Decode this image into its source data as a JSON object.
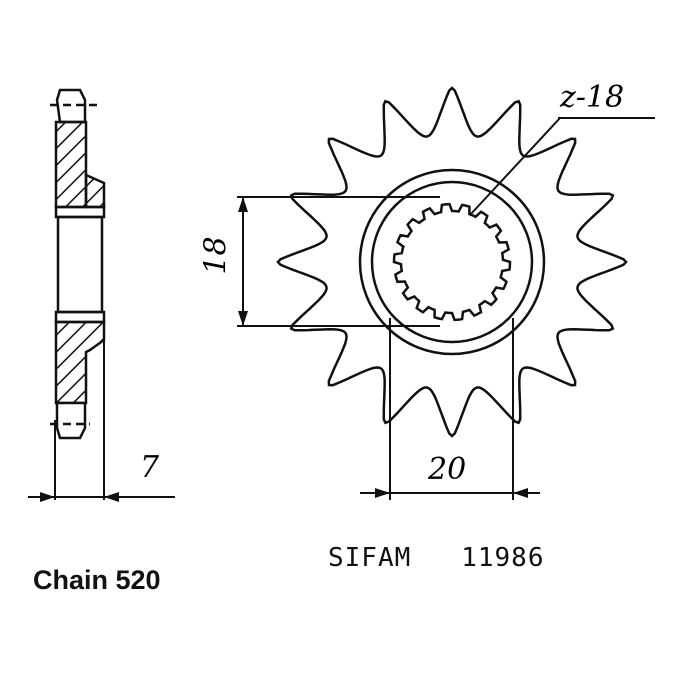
{
  "drawing": {
    "tooth_label": "z-18",
    "dim_bore": "18",
    "dim_spline": "20",
    "dim_width": "7",
    "brand_code": "SIFAM   11986",
    "chain": "Chain 520"
  },
  "colors": {
    "ink": "#111111",
    "background": "#ffffff"
  }
}
